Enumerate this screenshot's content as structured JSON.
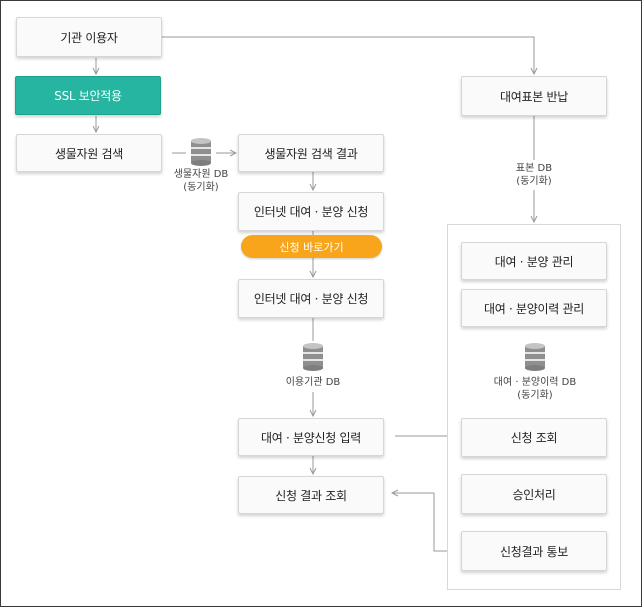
{
  "nodes": {
    "agency_user": "기관 이용자",
    "ssl": "SSL 보안적용",
    "bio_search": "생물자원 검색",
    "bio_result": "생물자원 검색 결과",
    "internet_apply_1": "인터넷 대여 · 분양 신청",
    "apply_shortcut": "신청 바로가기",
    "internet_apply_2": "인터넷 대여 · 분양 신청",
    "apply_input": "대여 · 분양신청 입력",
    "result_view": "신청 결과 조회",
    "specimen_return": "대여표본 반납",
    "rental_manage": "대여 · 분양 관리",
    "history_manage": "대여 · 분양이력 관리",
    "apply_view": "신청 조회",
    "approve": "승인처리",
    "result_notify": "신청결과 통보"
  },
  "databases": {
    "bio_db": {
      "line1": "생물자원 DB",
      "line2": "(동기화)"
    },
    "specimen_db": {
      "line1": "표본 DB",
      "line2": "(동기화)"
    },
    "agency_db": {
      "line1": "이용기관 DB"
    },
    "history_db": {
      "line1": "대여 · 분양이력 DB",
      "line2": "(동기화)"
    }
  },
  "colors": {
    "ssl": "#25b5a0",
    "shortcut": "#f8a51b",
    "line": "#9a9a9a"
  }
}
